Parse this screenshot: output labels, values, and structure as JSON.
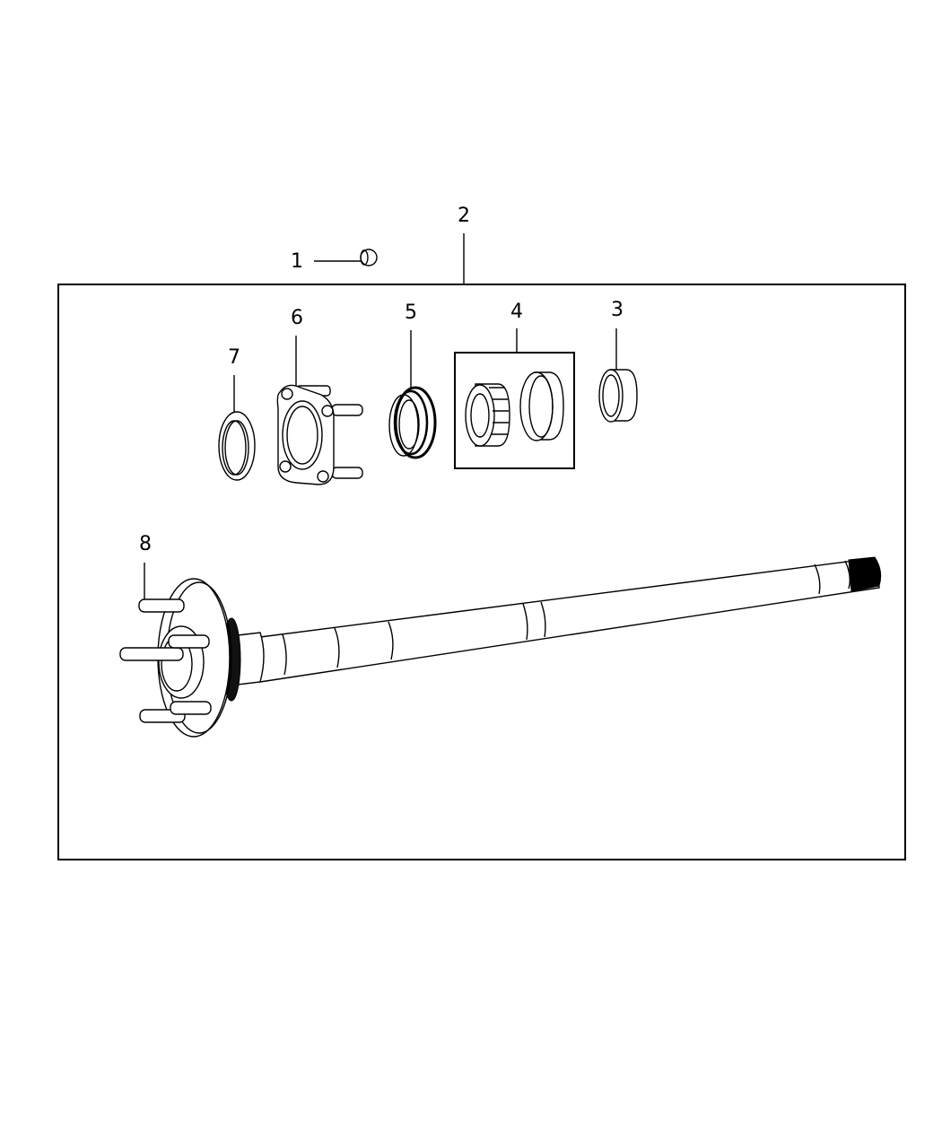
{
  "diagram": {
    "type": "exploded-parts-view",
    "subject": "rear axle shaft assembly",
    "colors": {
      "line": "#000000",
      "background": "#ffffff"
    },
    "callouts": [
      {
        "id": "1",
        "label": "1",
        "part": "nut"
      },
      {
        "id": "2",
        "label": "2",
        "part": "axle shaft kit (boxed group)"
      },
      {
        "id": "3",
        "label": "3",
        "part": "bearing ring"
      },
      {
        "id": "4",
        "label": "4",
        "part": "bearing and cup set"
      },
      {
        "id": "5",
        "label": "5",
        "part": "seal"
      },
      {
        "id": "6",
        "label": "6",
        "part": "retainer plate with studs"
      },
      {
        "id": "7",
        "label": "7",
        "part": "washer / retainer ring"
      },
      {
        "id": "8",
        "label": "8",
        "part": "axle shaft with wheel studs"
      }
    ]
  }
}
